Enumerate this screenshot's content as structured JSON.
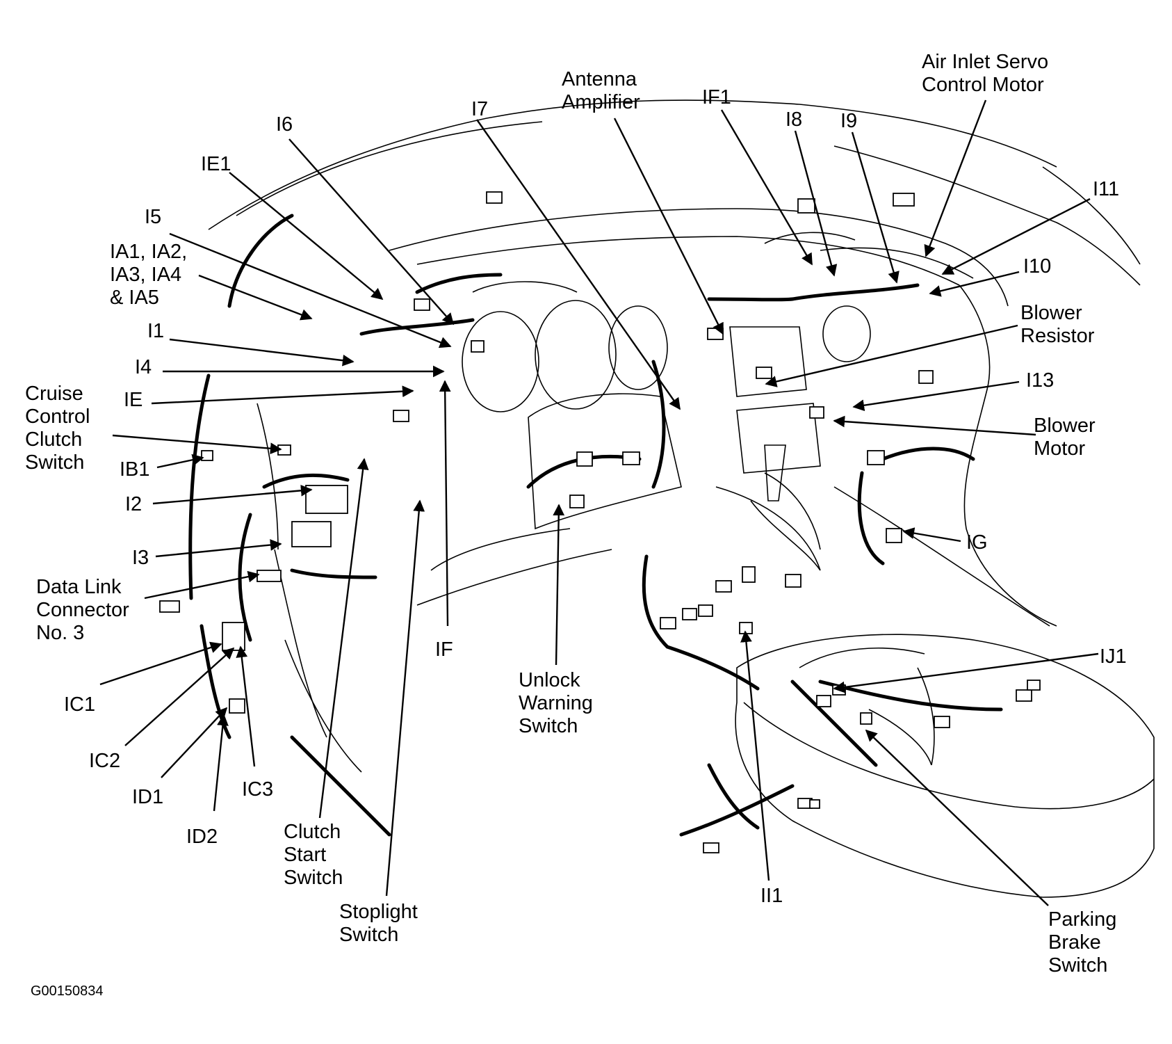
{
  "figure_id": "G00150834",
  "labels": {
    "air_inlet": "Air Inlet Servo\nControl Motor",
    "antenna": "Antenna\nAmplifier",
    "if1": "IF1",
    "i8": "I8",
    "i9": "I9",
    "i7": "I7",
    "i6": "I6",
    "ie1": "IE1",
    "i5": "I5",
    "ia": "IA1, IA2,\nIA3, IA4\n& IA5",
    "i1": "I1",
    "i4": "I4",
    "ie": "IE",
    "cruise": "Cruise\nControl\nClutch\nSwitch",
    "ib1": "IB1",
    "i2": "I2",
    "i3": "I3",
    "dlc": "Data Link\nConnector\nNo. 3",
    "ic1": "IC1",
    "ic2": "IC2",
    "id1": "ID1",
    "id2": "ID2",
    "ic3": "IC3",
    "clutch_start": "Clutch\nStart\nSwitch",
    "stoplight": "Stoplight\nSwitch",
    "if": "IF",
    "unlock": "Unlock\nWarning\nSwitch",
    "ii1": "II1",
    "parking": "Parking\nBrake\nSwitch",
    "ij1": "IJ1",
    "ig": "IG",
    "blower_motor": "Blower\nMotor",
    "i13": "I13",
    "blower_resistor": "Blower\nResistor",
    "i10": "I10",
    "i11": "I11"
  }
}
